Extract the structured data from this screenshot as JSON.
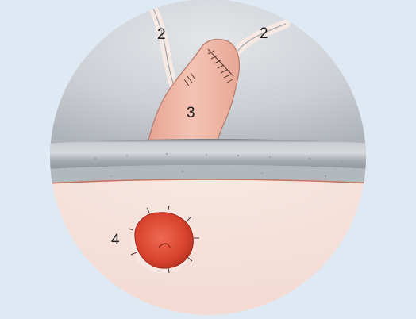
{
  "labels": {
    "ureter_left": "2",
    "ureter_right": "2",
    "conduit": "3",
    "stoma": "4"
  },
  "colors": {
    "background": "#dfe9f4",
    "abdominal_cavity": "#c9cdd2",
    "abdominal_wall": "#b9bdc2",
    "skin": "#f4ddd6",
    "bowel": "#f0b8a8",
    "stoma": "#de4a38"
  }
}
